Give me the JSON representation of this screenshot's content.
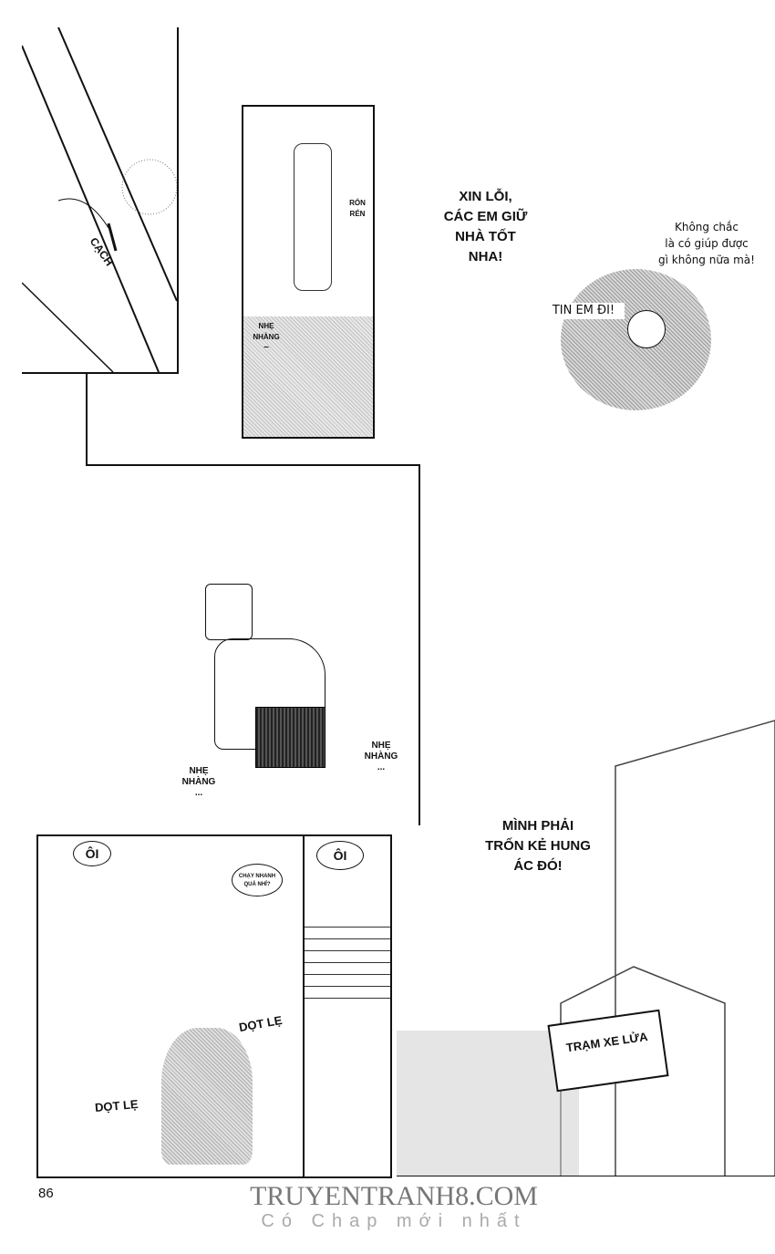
{
  "panel1": {
    "sfx_cach": "CẠCH"
  },
  "panel2": {
    "sfx_ron_ren": "RÓN RÉN",
    "sfx_nhe_nhang": "NHẸ NHÀNG",
    "sfx_dash": "–"
  },
  "top_right": {
    "speech": [
      "XIN LỖI,",
      "CÁC EM GIỮ",
      "NHÀ TỐT",
      "NHA!"
    ],
    "thought": [
      "Không chắc",
      "là có giúp được",
      "gì không nữa mà!"
    ],
    "shout": "TIN EM ĐI!"
  },
  "middle_panel": {
    "sfx_left": [
      "NHẸ",
      "NHÀNG",
      "..."
    ],
    "sfx_right": [
      "NHẸ",
      "NHÀNG",
      "..."
    ]
  },
  "station_panel": {
    "speech": [
      "MÌNH PHẢI",
      "TRỐN KẺ HUNG",
      "ÁC ĐÓ!"
    ],
    "sign": "TRẠM XE LỬA"
  },
  "bottom_left_panel": {
    "oi_left": "ÔI",
    "oi_right": "ÔI",
    "small_bubble": [
      "CHẠY NHANH",
      "QUÁ NHỈ?"
    ],
    "sfx_dot_le_1": "DỌT LẸ",
    "sfx_dot_le_2": "DỌT LẸ"
  },
  "page_number": "86",
  "watermark": {
    "site": "TRUYENTRANH8.COM",
    "tagline": "Có Chap mới nhất"
  }
}
